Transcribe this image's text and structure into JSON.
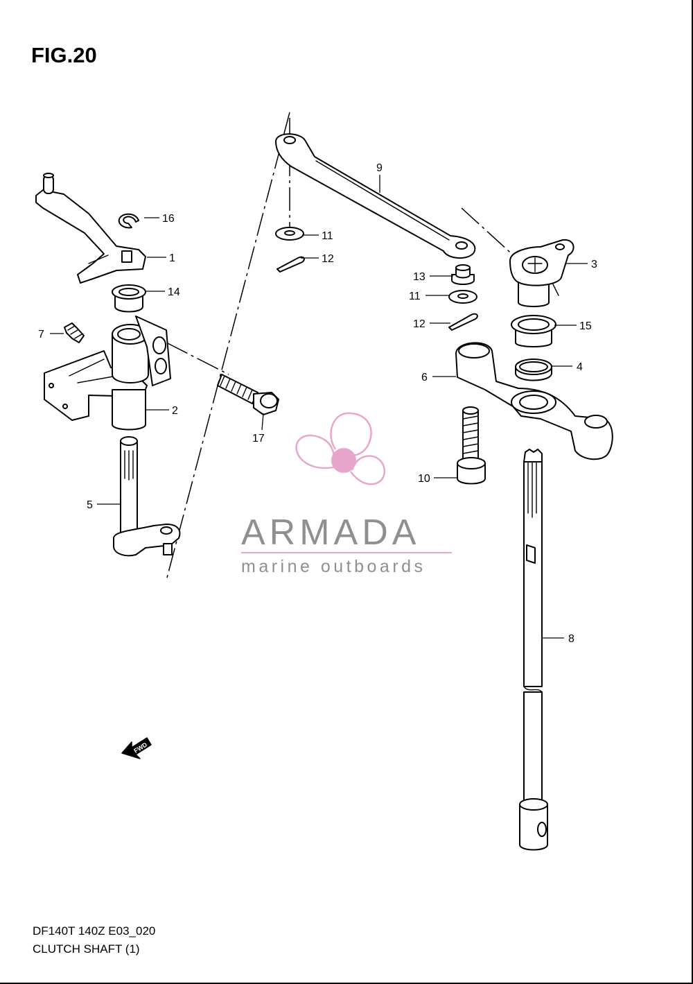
{
  "figure_title": "FIG.20",
  "footer": {
    "model": "DF140T 140Z E03_020",
    "name": "CLUTCH SHAFT (1)"
  },
  "watermark": {
    "brand": "ARMADA",
    "tagline": "marine outboards",
    "logo_icon": "propeller-icon",
    "brand_color": "#e8a6cc",
    "text_color": "#8f8f8f"
  },
  "direction_marker": {
    "label": "FWD",
    "icon": "arrow-left-icon"
  },
  "callouts": [
    {
      "id": "c1",
      "label": "1"
    },
    {
      "id": "c2",
      "label": "2"
    },
    {
      "id": "c3",
      "label": "3"
    },
    {
      "id": "c4",
      "label": "4"
    },
    {
      "id": "c5",
      "label": "5"
    },
    {
      "id": "c6",
      "label": "6"
    },
    {
      "id": "c7",
      "label": "7"
    },
    {
      "id": "c8",
      "label": "8"
    },
    {
      "id": "c9",
      "label": "9"
    },
    {
      "id": "c10",
      "label": "10"
    },
    {
      "id": "c11a",
      "label": "11"
    },
    {
      "id": "c11b",
      "label": "11"
    },
    {
      "id": "c12a",
      "label": "12"
    },
    {
      "id": "c12b",
      "label": "12"
    },
    {
      "id": "c13",
      "label": "13"
    },
    {
      "id": "c14",
      "label": "14"
    },
    {
      "id": "c15",
      "label": "15"
    },
    {
      "id": "c16",
      "label": "16"
    },
    {
      "id": "c17",
      "label": "17"
    }
  ]
}
